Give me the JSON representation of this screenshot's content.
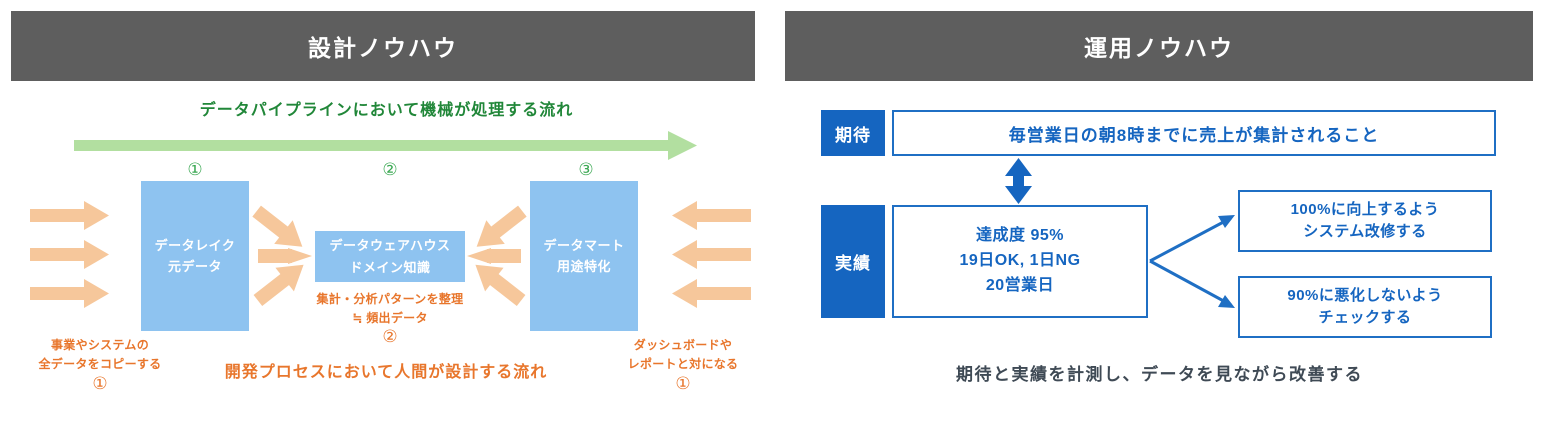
{
  "design": {
    "header_title": "設計ノウハウ",
    "flow_title": "データパイプラインにおいて機械が処理する流れ",
    "step_markers_top": [
      "①",
      "②",
      "③"
    ],
    "boxes": {
      "datalake": {
        "line1": "データレイク",
        "line2": "元データ"
      },
      "warehouse": {
        "line1": "データウェアハウス",
        "line2": "ドメイン知識"
      },
      "datamart": {
        "line1": "データマート",
        "line2": "用途特化"
      }
    },
    "notes": {
      "left": {
        "line1": "事業やシステムの",
        "line2": "全データをコピーする",
        "marker": "①"
      },
      "center": {
        "line1": "集計・分析パターンを整理",
        "line2": "≒ 頻出データ",
        "marker": "②"
      },
      "right": {
        "line1": "ダッシュボードや",
        "line2": "レポートと対になる",
        "marker": "①"
      }
    },
    "bottom_headline": "開発プロセスにおいて人間が設計する流れ",
    "colors": {
      "header_bg": "#5e5e5e",
      "green_text": "#218739",
      "green_arrow": "#b2dfa0",
      "blue_box": "#8ec3f0",
      "orange": "#e8762c",
      "orange_arrow": "#f6c79b"
    }
  },
  "ops": {
    "header_title": "運用ノウハウ",
    "rows": {
      "expect": {
        "tag": "期待",
        "text": "毎営業日の朝8時までに売上が集計されること"
      },
      "actual": {
        "tag": "実績",
        "line1": "達成度 95%",
        "line2": "19日OK, 1日NG",
        "line3": "20営業日"
      }
    },
    "actions": [
      {
        "line1": "100%に向上するよう",
        "line2": "システム改修する"
      },
      {
        "line1": "90%に悪化しないよう",
        "line2": "チェックする"
      }
    ],
    "caption": "期待と実績を計測し、データを見ながら改善する",
    "colors": {
      "header_bg": "#5e5e5e",
      "tag_bg": "#1565c0",
      "box_border": "#1f6fc4",
      "box_text": "#1565c0",
      "caption_text": "#3f4a55"
    }
  }
}
